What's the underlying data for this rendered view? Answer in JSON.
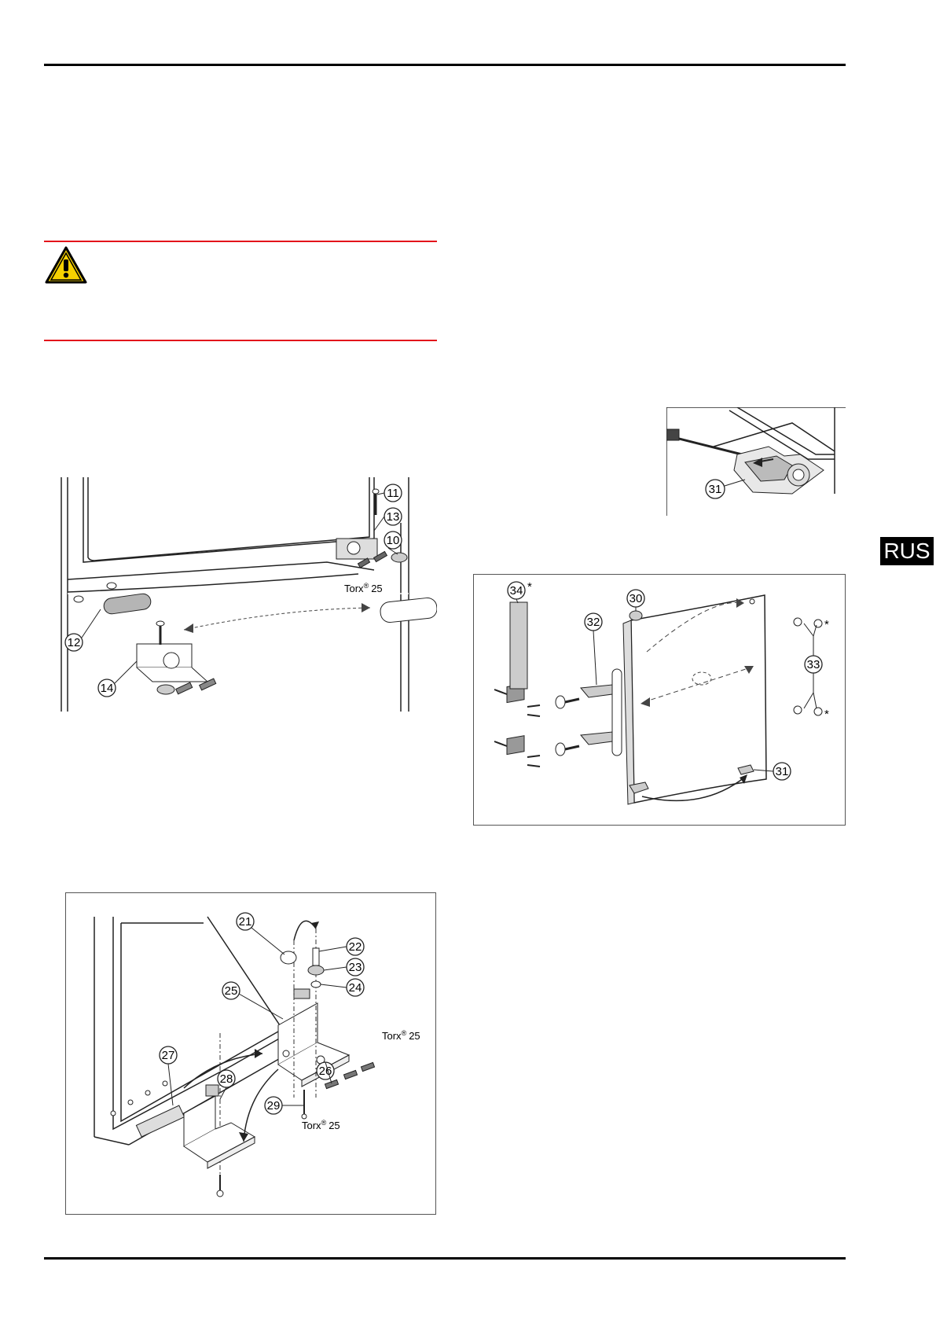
{
  "page": {
    "language_tab": "RUS"
  },
  "figure1": {
    "callouts": [
      "11",
      "13",
      "10",
      "12",
      "14"
    ],
    "torx_label": "Torx",
    "torx_sup": "®",
    "torx_size": "25"
  },
  "figure2": {
    "callouts": [
      "21",
      "22",
      "23",
      "24",
      "25",
      "26",
      "27",
      "28",
      "29"
    ],
    "torx_label": "Torx",
    "torx_sup": "®",
    "torx_size": "25"
  },
  "figure3": {
    "callouts": [
      "31"
    ]
  },
  "figure4": {
    "callouts": [
      "34",
      "30",
      "32",
      "33",
      "31"
    ],
    "asterisk": "*"
  }
}
